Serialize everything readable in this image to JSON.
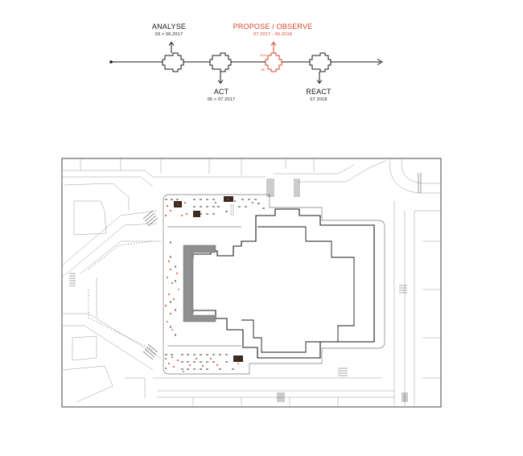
{
  "colors": {
    "ink": "#1a1a1a",
    "accent": "#d8432a",
    "plan_grey": "#9a9a9a",
    "dark_block": "#3a2a20"
  },
  "timeline": {
    "stages": [
      {
        "name": "ANALYSE",
        "date": "03 > 06.2017",
        "position": "above",
        "color": "ink"
      },
      {
        "name": "ACT",
        "date": "06 > 07.2017",
        "position": "below",
        "color": "ink"
      },
      {
        "name": "PROPOSE / OBSERVE",
        "date": "07.2017 - 06.2018",
        "position": "above",
        "color": "accent"
      },
      {
        "name": "REACT",
        "date": "07.2018",
        "position": "below",
        "color": "ink"
      }
    ],
    "marker_labels": {
      "top": "11/10",
      "bottom": "2/6"
    }
  },
  "icons": {
    "stage": "cross-building-icon",
    "arrow": "arrow-icon"
  }
}
